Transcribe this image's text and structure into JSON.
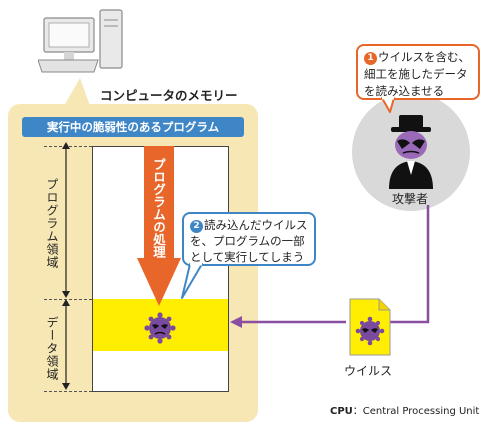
{
  "memory": {
    "title": "コンピュータのメモリー",
    "program_header": "実行中の脆弱性のあるプログラム",
    "program_area_label": "プログラム領域",
    "data_area_label": "データ領域",
    "processing_label": "プログラムの処理"
  },
  "callouts": {
    "step1_number": "1",
    "step1_text": "ウイルスを含む、細工を施したデータを読み込ませる",
    "step2_number": "2",
    "step2_text": "読み込んだウイルスを、プログラムの一部として実行してしまう"
  },
  "attacker": {
    "label": "攻撃者"
  },
  "virus": {
    "label": "ウイルス"
  },
  "footnote": {
    "abbr": "CPU",
    "separator": "：",
    "text": "Central Processing Unit"
  },
  "colors": {
    "memory_panel": "#f6e7b5",
    "header_blue": "#3f86c7",
    "data_band_yellow": "#ffee00",
    "arrow_orange": "#e8662a",
    "attack_line_purple": "#8a4fa0",
    "attacker_circle": "#d9d9d9"
  },
  "icons": [
    "computer-icon",
    "attacker-icon",
    "virus-icon",
    "virus-file-icon",
    "down-arrow-icon"
  ]
}
